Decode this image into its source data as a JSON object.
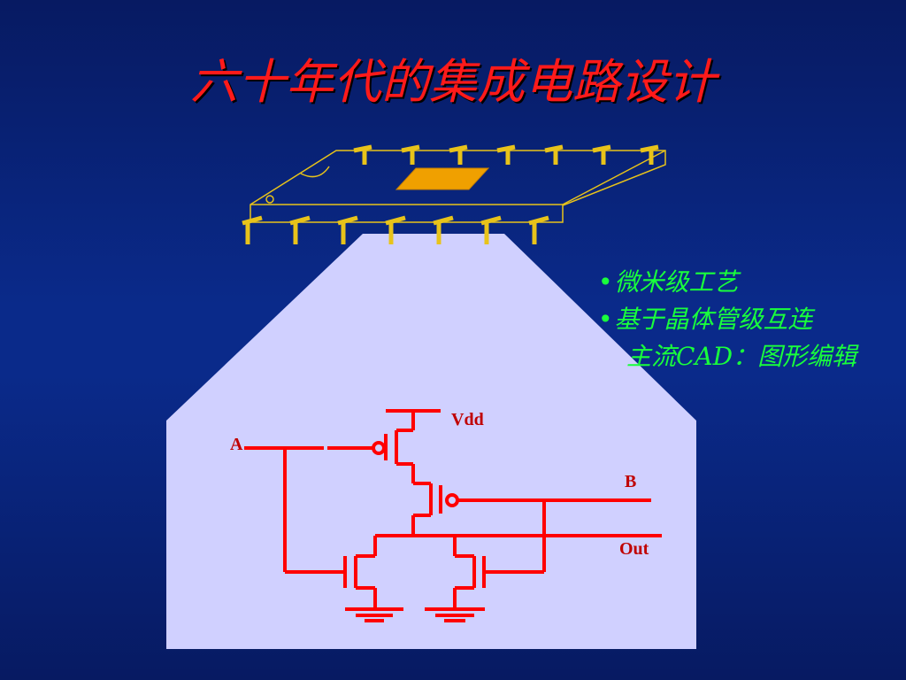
{
  "slide": {
    "title": "六十年代的集成电路设计",
    "bullets": [
      {
        "bullet": "•",
        "text": "微米级工艺"
      },
      {
        "bullet": "•",
        "text": "基于晶体管级互连"
      },
      {
        "bullet": "",
        "text": "主流CAD：图形编辑"
      }
    ]
  },
  "circuit": {
    "labels": {
      "vdd": "Vdd",
      "input_a": "A",
      "input_b": "B",
      "output": "Out"
    }
  },
  "colors": {
    "background": "#0a2a8a",
    "title": "#ff1a1a",
    "bullet_text": "#19ff3c",
    "chip_outline": "#e8c31a",
    "die": "#f0a000",
    "zoom_panel": "#d0d0ff",
    "circuit": "#ff0000"
  }
}
